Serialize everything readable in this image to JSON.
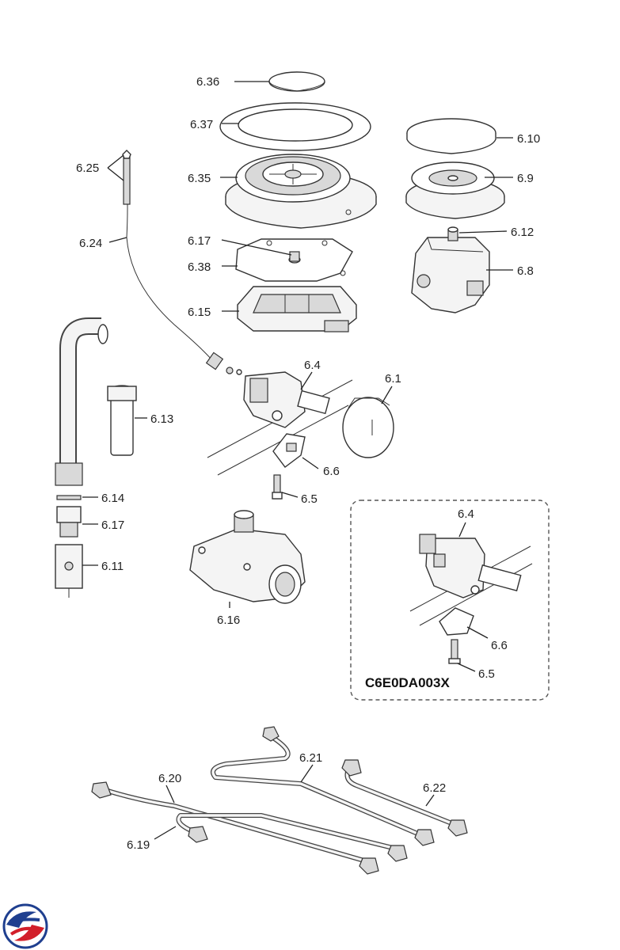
{
  "labels": {
    "l636": "6.36",
    "l637": "6.37",
    "l635": "6.35",
    "l617a": "6.17",
    "l638": "6.38",
    "l615": "6.15",
    "l610": "6.10",
    "l69": "6.9",
    "l612": "6.12",
    "l68": "6.8",
    "l625": "6.25",
    "l624": "6.24",
    "l64a": "6.4",
    "l61": "6.1",
    "l613": "6.13",
    "l66a": "6.6",
    "l65a": "6.5",
    "l614": "6.14",
    "l617b": "6.17",
    "l611": "6.11",
    "l616": "6.16",
    "l64b": "6.4",
    "l66b": "6.6",
    "l65b": "6.5",
    "l621": "6.21",
    "l620": "6.20",
    "l622": "6.22",
    "l619": "6.19"
  },
  "inset_code": "C6E0DA003X",
  "logo": {
    "colors": [
      "#1f3f8f",
      "#d21f2a"
    ]
  }
}
